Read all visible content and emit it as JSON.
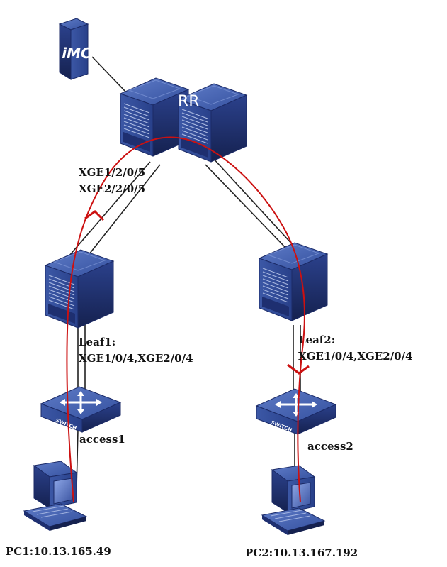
{
  "devices": {
    "imc": {
      "label": "iMC"
    },
    "rr": {
      "label": "RR"
    },
    "switch_text": "SWITCH"
  },
  "labels": {
    "rr_port_1": "XGE1/2/0/5",
    "rr_port_2": "XGE2/2/0/5",
    "leaf1_name": "Leaf1:",
    "leaf1_ports": "XGE1/0/4,XGE2/0/4",
    "leaf2_name": "Leaf2:",
    "leaf2_ports": "XGE1/0/4,XGE2/0/4",
    "access1": "access1",
    "access2": "access2",
    "pc1": "PC1:10.13.165.49",
    "pc2": "PC2:10.13.167.192"
  },
  "colors": {
    "device_light": "#3e5aa6",
    "device_mid": "#2a4088",
    "device_dark": "#1b2a66",
    "link": "#222222",
    "path": "#cc1111"
  }
}
